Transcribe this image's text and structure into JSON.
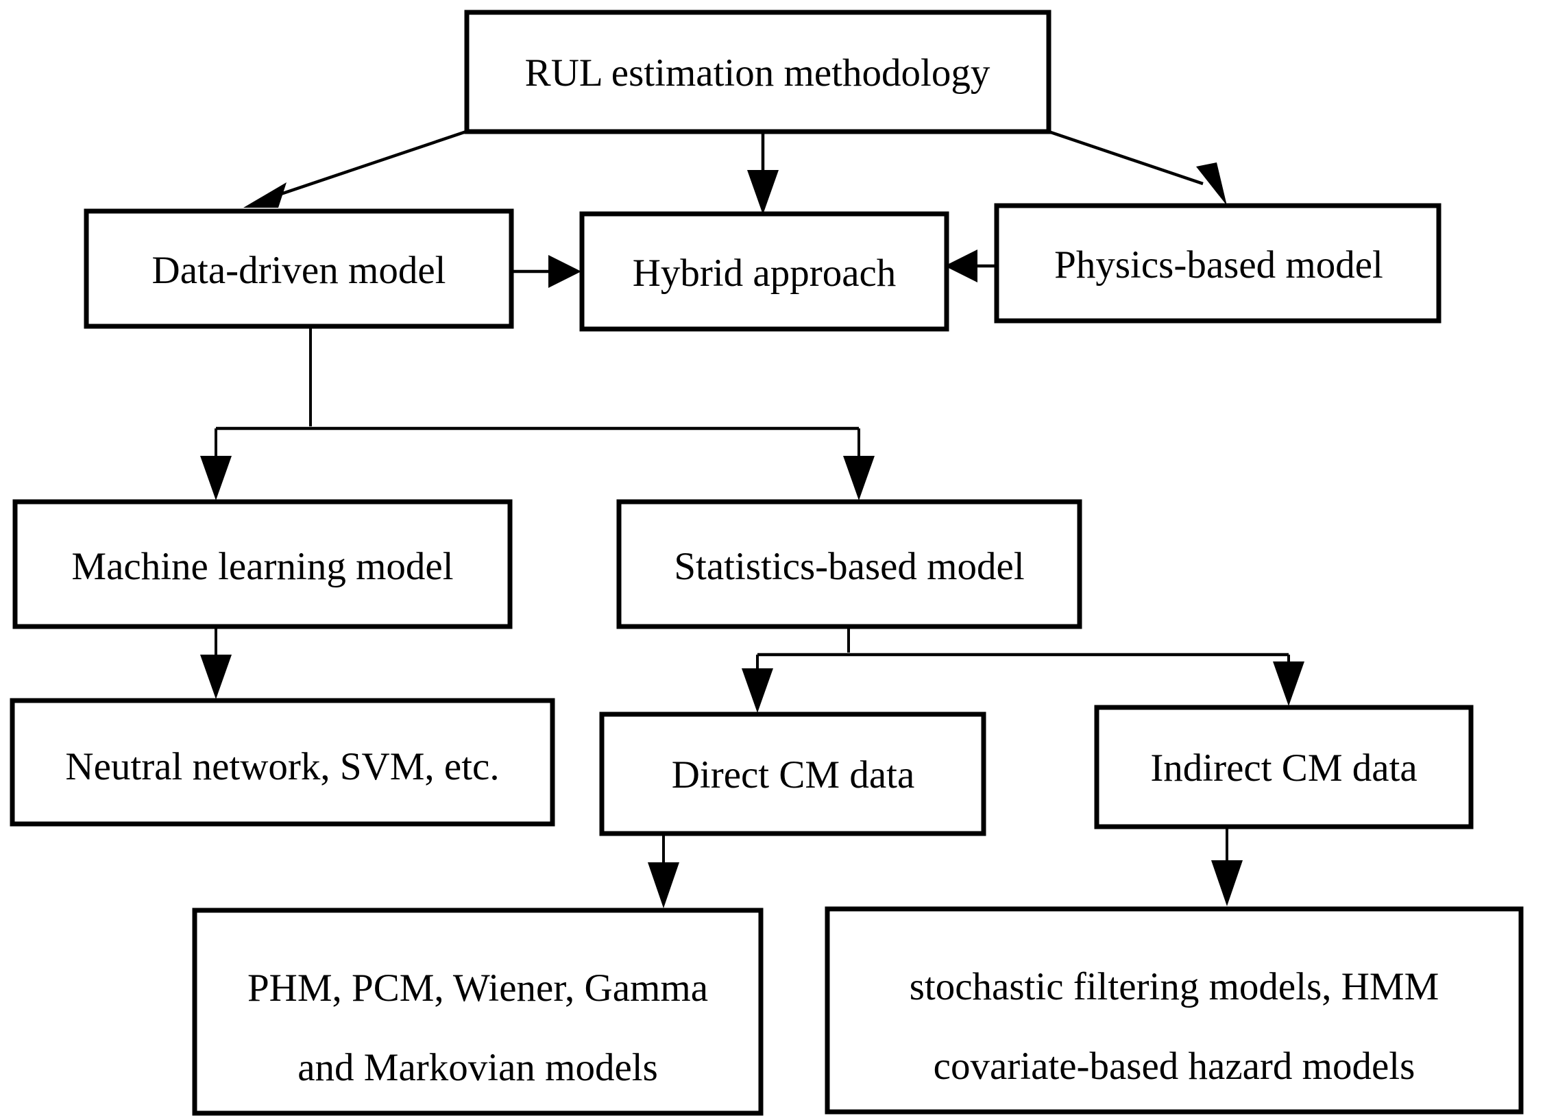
{
  "diagram": {
    "title": "RUL estimation methodology taxonomy flowchart",
    "background_color": "#ffffff",
    "line_color": "#000000",
    "text_color": "#000000",
    "nodes": {
      "root": {
        "label": "RUL  estimation methodology"
      },
      "data_driven": {
        "label": "Data-driven model"
      },
      "hybrid": {
        "label": "Hybrid approach"
      },
      "physics_based": {
        "label": "Physics-based model"
      },
      "machine_learning": {
        "label": "Machine learning model"
      },
      "statistics_based": {
        "label": "Statistics-based model"
      },
      "neutral_network": {
        "label": "Neutral network, SVM, etc."
      },
      "direct_cm": {
        "label": "Direct CM data"
      },
      "indirect_cm": {
        "label": "Indirect CM data"
      },
      "phm_models": {
        "line1": "PHM, PCM, Wiener, Gamma",
        "line2": "and Markovian models"
      },
      "stochastic_models": {
        "line1": "stochastic filtering models, HMM",
        "line2": "covariate-based hazard models"
      }
    },
    "edges": [
      {
        "from": "root",
        "to": "data_driven",
        "kind": "diagonal-arrow"
      },
      {
        "from": "root",
        "to": "hybrid",
        "kind": "vertical-arrow"
      },
      {
        "from": "root",
        "to": "physics_based",
        "kind": "diagonal-arrow"
      },
      {
        "from": "data_driven",
        "to": "hybrid",
        "kind": "horizontal-arrow-right"
      },
      {
        "from": "physics_based",
        "to": "hybrid",
        "kind": "horizontal-arrow-left"
      },
      {
        "from": "data_driven",
        "to": "machine_learning",
        "kind": "elbow-arrow"
      },
      {
        "from": "data_driven",
        "to": "statistics_based",
        "kind": "elbow-arrow"
      },
      {
        "from": "machine_learning",
        "to": "neutral_network",
        "kind": "vertical-arrow"
      },
      {
        "from": "statistics_based",
        "to": "direct_cm",
        "kind": "elbow-arrow"
      },
      {
        "from": "statistics_based",
        "to": "indirect_cm",
        "kind": "elbow-arrow"
      },
      {
        "from": "direct_cm",
        "to": "phm_models",
        "kind": "vertical-arrow"
      },
      {
        "from": "indirect_cm",
        "to": "stochastic_models",
        "kind": "vertical-arrow"
      }
    ]
  }
}
